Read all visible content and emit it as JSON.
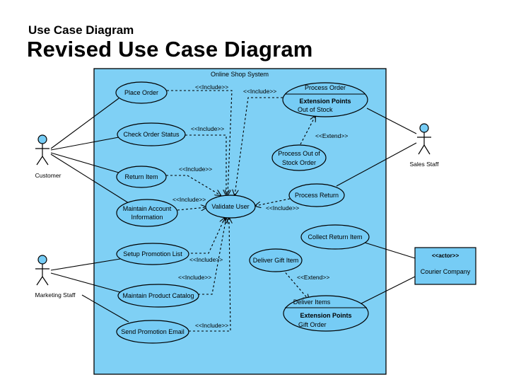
{
  "header": {
    "subtitle": "Use Case Diagram",
    "title": "Revised Use Case Diagram"
  },
  "system": {
    "name": "Online Shop System"
  },
  "actors": {
    "customer": "Customer",
    "sales_staff": "Sales Staff",
    "marketing_staff": "Marketing Staff",
    "courier_stereotype": "<<actor>>",
    "courier": "Courier Company"
  },
  "use_cases": {
    "place_order": "Place Order",
    "check_order_status": "Check Order Status",
    "return_item": "Return Item",
    "maintain_account_1": "Maintain Account",
    "maintain_account_2": "Information",
    "validate_user": "Validate User",
    "process_order": "Process Order",
    "extension_points": "Extension Points",
    "out_of_stock": "Out of Stock",
    "process_out_of_stock_1": "Process Out of",
    "process_out_of_stock_2": "Stock Order",
    "process_return": "Process Return",
    "setup_promotion_list": "Setup Promotion List",
    "maintain_product_catalog": "Maintain Product Catalog",
    "send_promotion_email": "Send Promotion Email",
    "deliver_gift_item": "Deliver Gift Item",
    "collect_return_item": "Collect Return Item",
    "deliver_items": "Deliver Items",
    "deliver_extension_points": "Extension Points",
    "gift_order": "Gift Order"
  },
  "relations": {
    "include": "<<Include>>",
    "extend": "<<Extend>>"
  },
  "colors": {
    "system_fill": "#7fd0f5",
    "usecase_fill": "#76ccf5",
    "actor_head": "#76ccf5",
    "line": "#000000"
  }
}
